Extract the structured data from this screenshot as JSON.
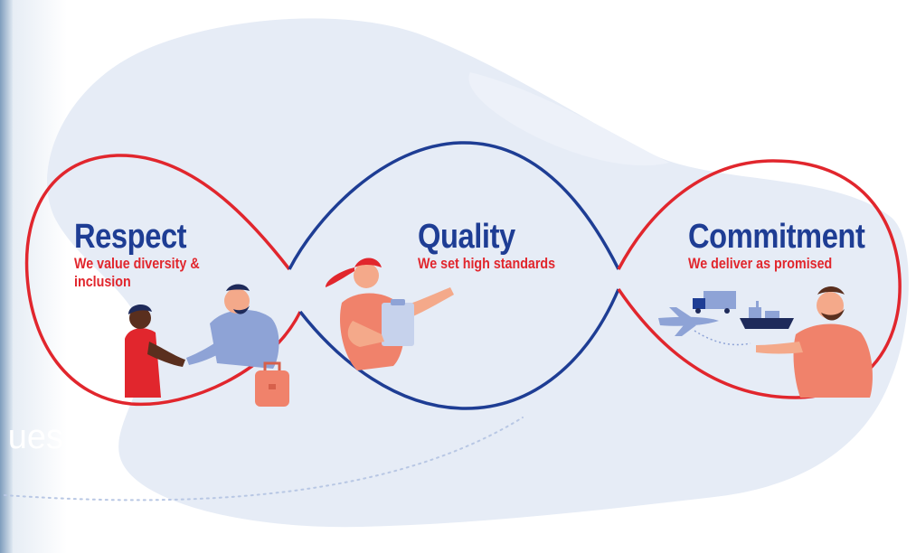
{
  "values": [
    {
      "title": "Respect",
      "subtitle_lines": [
        "We value diversity &",
        "inclusion"
      ]
    },
    {
      "title": "Quality",
      "subtitle_lines": [
        "We set high standards"
      ]
    },
    {
      "title": "Commitment",
      "subtitle_lines": [
        "We deliver as promised"
      ]
    }
  ],
  "partial_heading": "ues",
  "colors": {
    "red": "#e1262d",
    "navy": "#1e3d94",
    "blob": "#e6ecf6",
    "skin_dark": "#5a2f1e",
    "skin_light": "#f4a98a",
    "coral": "#f0826b",
    "periwinkle": "#8ea3d6"
  },
  "icons": [
    "handshake-illustration",
    "briefcase-icon",
    "clipboard-icon",
    "airplane-icon",
    "truck-icon",
    "ship-icon",
    "delivery-person-illustration"
  ]
}
